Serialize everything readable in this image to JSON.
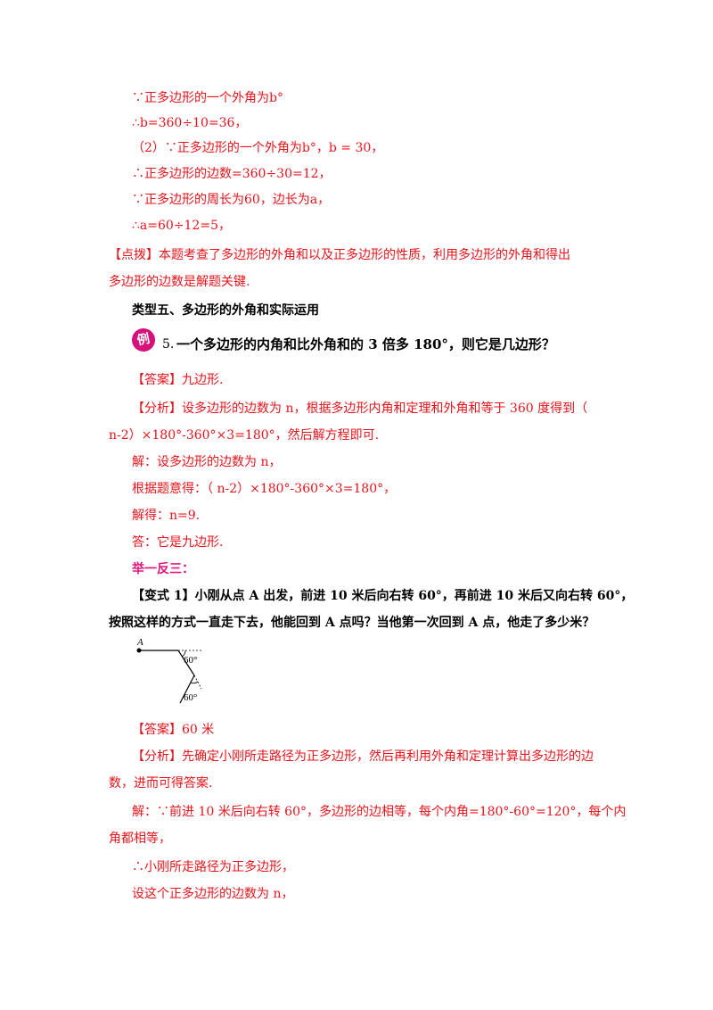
{
  "lines": {
    "l1": "∵正多边形的一个外角为b°",
    "l2": "∴b=360÷10=36，",
    "l3": "（2）∵正多边形的一个外角为b°，b = 30，",
    "l4": "∴正多边形的边数=360÷30=12，",
    "l5": "∵正多边形的周长为60，边长为a，",
    "l6": "∴a=60÷12=5，",
    "l7": "【点拨】本题考查了多边形的外角和以及正多边形的性质，利用多边形的外角和得出",
    "l8": "多边形的边数是解题关键.",
    "l9": "类型五、多边形的外角和实际运用",
    "l10_num": "5.",
    "l10": "一个多边形的内角和比外角和的 3 倍多 180°，则它是几边形？",
    "l11": "【答案】九边形.",
    "l12": "【分析】设多边形的边数为 n，根据多边形内角和定理和外角和等于 360 度得到（",
    "l13": "n-2）×180°-360°×3=180°，然后解方程即可.",
    "l14": "解：设多边形的边数为 n，",
    "l15": "根据题意得：（ n-2）×180°-360°×3=180°，",
    "l16": "解得：n=9.",
    "l17": "答：它是九边形.",
    "l18": "举一反三：",
    "l19": "【变式 1】小刚从点 A 出发，前进 10 米后向右转 60°，再前进 10 米后又向右转 60°，",
    "l20": "按照这样的方式一直走下去，他能回到 A 点吗？当他第一次回到 A 点，他走了多少米？",
    "l21": "【答案】60 米",
    "l22": "【分析】先确定小刚所走路径为正多边形，然后再利用外角和定理计算出多边形的边",
    "l23": "数，进而可得答案.",
    "l24": "解：∵前进 10 米后向右转 60°，多边形的边相等，每个内角=180°-60°=120°，每个内",
    "l25": "角都相等，",
    "l26": "∴小刚所走路径为正多边形，",
    "l27": "设这个正多边形的边数为 n，"
  },
  "badge": "例",
  "figure": {
    "point_label": "A",
    "angle1": "60°",
    "angle2": "60°"
  }
}
